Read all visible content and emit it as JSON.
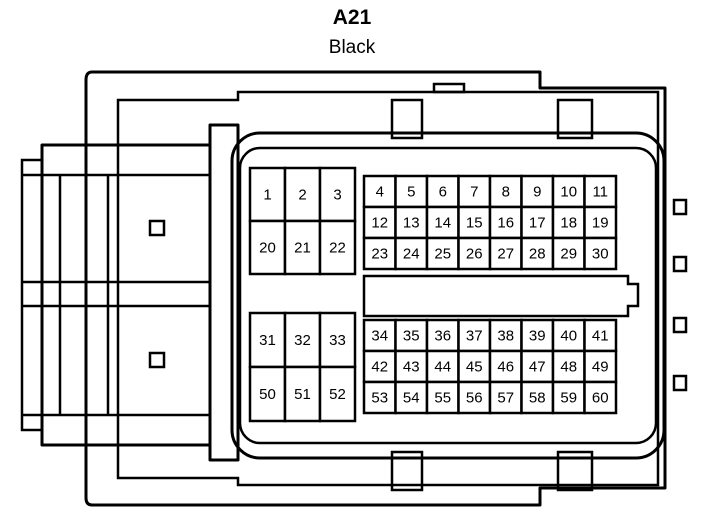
{
  "connector": {
    "id": "A21",
    "color": "Black"
  },
  "cavities": {
    "block_a": [
      "1",
      "2",
      "3",
      "20",
      "21",
      "22"
    ],
    "block_b": [
      "4",
      "5",
      "6",
      "7",
      "8",
      "9",
      "10",
      "11",
      "12",
      "13",
      "14",
      "15",
      "16",
      "17",
      "18",
      "19",
      "23",
      "24",
      "25",
      "26",
      "27",
      "28",
      "29",
      "30"
    ],
    "block_c": [
      "31",
      "32",
      "33",
      "50",
      "51",
      "52"
    ],
    "block_d": [
      "34",
      "35",
      "36",
      "37",
      "38",
      "39",
      "40",
      "41",
      "42",
      "43",
      "44",
      "45",
      "46",
      "47",
      "48",
      "49",
      "53",
      "54",
      "55",
      "56",
      "57",
      "58",
      "59",
      "60"
    ]
  }
}
